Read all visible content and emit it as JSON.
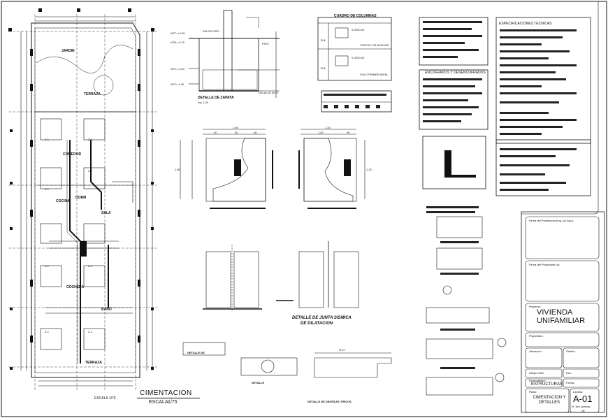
{
  "plan": {
    "title": "CIMENTACION",
    "scale_label": "ESCALA:",
    "scale_value": "1/75",
    "scale_small": "ESCALA 1/75",
    "rooms": [
      "JARDIN",
      "TERRAZA",
      "COMEDOR",
      "COCINA",
      "SALA",
      "DORM",
      "BAÑO",
      "COCHERA",
      "TERRAZA"
    ],
    "zapata_tags": [
      "Z-1",
      "Z-2",
      "Z-1",
      "Z-2",
      "Z-1",
      "Z-2",
      "Z-1",
      "Z-2"
    ]
  },
  "zapata_detail": {
    "title": "DETALLE DE ZAPATA",
    "scale": "esc 1:20",
    "labels": [
      "NPT=+0.00",
      "NTN=-0.15",
      "NFC=-1.00",
      "NFZ=-1.40",
      "FALSO PISO",
      "PISO"
    ],
    "note": "DELALLE (N-P)"
  },
  "columns_table": {
    "title": "CUADRO DE COLUMNAS",
    "rows": [
      {
        "tag": "C-1",
        "size": "0.25X0.25",
        "top": "TODOS LOS NIVELES"
      },
      {
        "tag": "C-2",
        "size": "0.25X0.25",
        "top": "SOLO PRIMER NIVEL"
      }
    ]
  },
  "notes": {
    "encofrados_title": "ENCOFRADOS Y DESENCOFRADOS",
    "specs_title": "ESPECIFICACIONES TECNICAS"
  },
  "footing_plans": [
    {
      "dim_top": "1.50",
      "sub_dims": [
        ".30",
        ".30",
        ".30"
      ],
      "dim_side": "1.50"
    },
    {
      "dim_top": "1.20",
      "sub_dims": [
        "1.00",
        ".30"
      ],
      "dim_side": "1.20"
    }
  ],
  "wall_detail": {
    "title": "DETALLE DE JUNTA SISMICA",
    "title2": "DE DILATACION"
  },
  "sections": {
    "s1": "DETALLE DE",
    "s2": "DETALLE",
    "nvt": "N.V.T",
    "bottom_note": "DETALLE DE DINTELES TIPICOS"
  },
  "title_block": {
    "profesional_label": "Firma del Profesional (Ing. y/o Arq.):",
    "propietario_label": "Firma del Propietario (s):",
    "proyecto_label": "Proyecto:",
    "proyecto_value": "VIVIENDA UNIFAMILIAR",
    "propietario2_label": "Propietario:",
    "ubicacion_label": "Ubicación:",
    "diseno_label": "Diseño:",
    "dibujo_label": "Dibujo CAD:",
    "esc_label": "Esc.:",
    "especialidad_label": "Especialidad:",
    "especialidad_value": "ESTRUCTURAS",
    "fecha_label": "Fecha:",
    "plano_label": "Plano:",
    "plano_value": "CIMENTACION Y DETALLES",
    "lamina_label": "Lamina:",
    "lamina_value": "A-01",
    "n_laminas_label": "N° de Laminas:",
    "n_laminas_value": "18"
  }
}
